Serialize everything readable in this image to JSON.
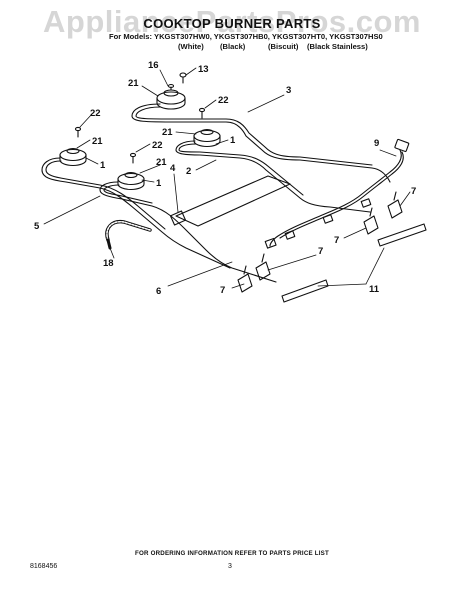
{
  "watermark": "AppliancePartsPros.com",
  "title": "COOKTOP BURNER PARTS",
  "models_line": "For Models: YKGST307HW0, YKGST307HB0, YKGST307HT0, YKGST307HS0",
  "variants": [
    "(White)",
    "(Black)",
    "(Biscuit)",
    "(Black Stainless)"
  ],
  "callouts": [
    "16",
    "13",
    "21",
    "22",
    "3",
    "22",
    "21",
    "1",
    "21",
    "1",
    "22",
    "21",
    "4",
    "2",
    "1",
    "9",
    "7",
    "5",
    "7",
    "7",
    "18",
    "6",
    "7",
    "11"
  ],
  "footer": {
    "note": "FOR ORDERING INFORMATION REFER TO PARTS PRICE LIST",
    "doc_number": "8168456",
    "page_number": "3"
  }
}
